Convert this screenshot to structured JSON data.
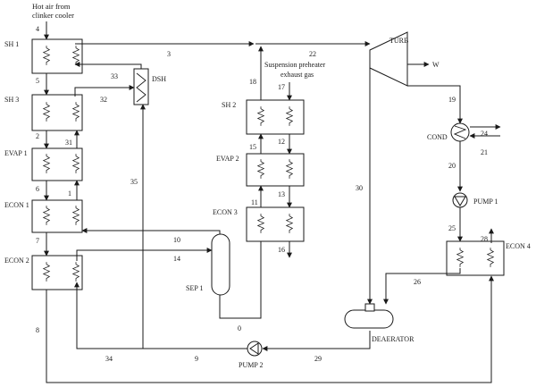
{
  "title": "Hot air from clinker cooler",
  "components": {
    "sh1": "SH 1",
    "sh3": "SH 3",
    "evap1": "EVAP 1",
    "econ1": "ECON 1",
    "econ2": "ECON 2",
    "dsh": "DSH",
    "sh2": "SH 2",
    "evap2": "EVAP 2",
    "econ3": "ECON 3",
    "sep1": "SEP 1",
    "turb": "TURB",
    "w": "W",
    "cond": "COND",
    "pump1": "PUMP 1",
    "pump2": "PUMP 2",
    "econ4": "ECON 4",
    "deaerator": "DEAERATOR"
  },
  "preheater_gas": [
    "Suspension preheater",
    "exhaust gas"
  ],
  "streams": {
    "s0": "0",
    "s1": "1",
    "s2": "2",
    "s3": "3",
    "s4": "4",
    "s5": "5",
    "s6": "6",
    "s7": "7",
    "s8": "8",
    "s9": "9",
    "s10": "10",
    "s11": "11",
    "s12": "12",
    "s13": "13",
    "s14": "14",
    "s15": "15",
    "s16": "16",
    "s17": "17",
    "s18": "18",
    "s19": "19",
    "s20": "20",
    "s21": "21",
    "s22": "22",
    "s24": "24",
    "s25": "25",
    "s26": "26",
    "s28": "28",
    "s29": "29",
    "s30": "30",
    "s31": "31",
    "s32": "32",
    "s33": "33",
    "s34": "34",
    "s35": "35"
  }
}
